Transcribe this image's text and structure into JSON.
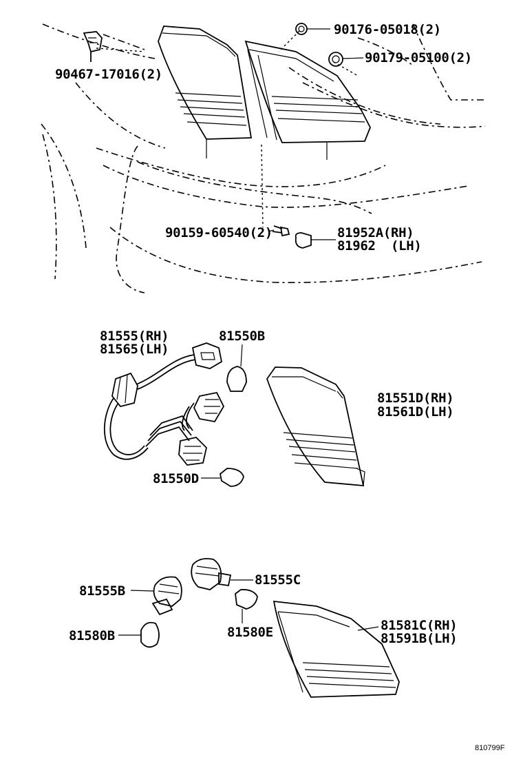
{
  "labels": {
    "p90467": "90467-17016(2)",
    "p90176": "90176-05018(2)",
    "p90179": "90179-05100(2)",
    "p90159": "90159-60540(2)",
    "p81952a": "81952A(RH)",
    "p81962": "81962  (LH)",
    "p81555": "81555(RH)",
    "p81565": "81565(LH)",
    "p81550b": "81550B",
    "p81551d": "81551D(RH)",
    "p81561d": "81561D(LH)",
    "p81550d": "81550D",
    "p81555c": "81555C",
    "p81555b": "81555B",
    "p81580b": "81580B",
    "p81580e": "81580E",
    "p81581c": "81581C(RH)",
    "p81591b": "81591B(LH)"
  },
  "figure_code": "810799F"
}
